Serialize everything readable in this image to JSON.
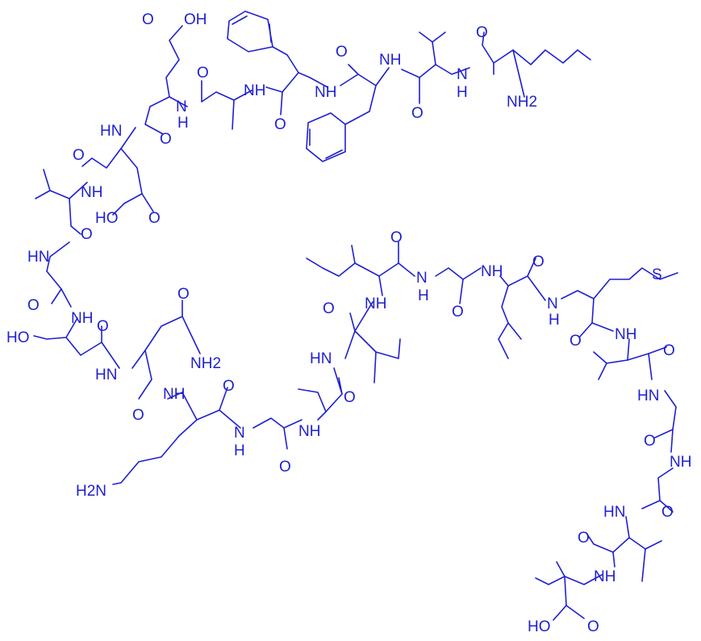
{
  "colors": {
    "ink": "#1f1fd0",
    "background": "#ffffff"
  },
  "labels": {
    "carboxyl_glu": "O",
    "hydroxyl_glu": "OH",
    "amine_n_term": "NH2",
    "amine_lys": "H2N",
    "amide_asn": "NH2",
    "hydroxyl_ser": "HO",
    "hydroxyl_asp": "HO",
    "hydroxyl_c_term": "HO",
    "sulfur_met": "S",
    "nh": "NH",
    "hn": "HN",
    "h": "H",
    "n": "N",
    "o": "O"
  }
}
